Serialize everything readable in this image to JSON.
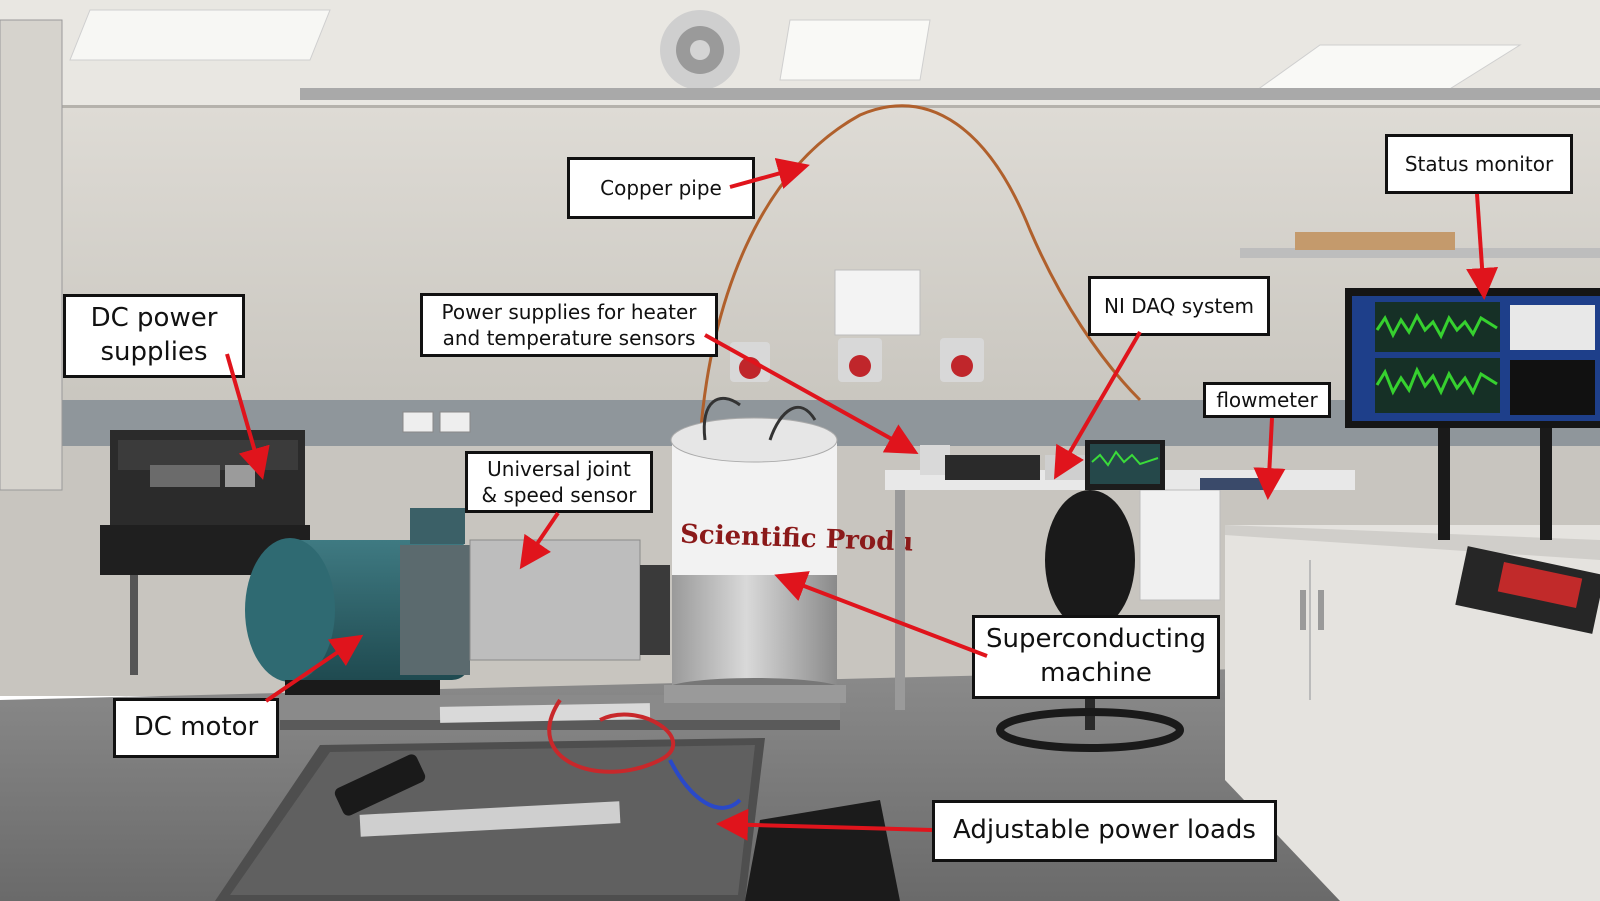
{
  "figure": {
    "labels": {
      "copper_pipe": "Copper pipe",
      "status_monitor": "Status monitor",
      "dc_power_supplies": "DC power\nsupplies",
      "power_supplies_heater": "Power supplies for heater\nand temperature sensors",
      "ni_daq_system": "NI DAQ system",
      "flowmeter": "flowmeter",
      "universal_joint": "Universal joint\n& speed sensor",
      "superconducting_machine": "Superconducting\nmachine",
      "dc_motor": "DC motor",
      "adjustable_power_loads": "Adjustable power loads"
    },
    "photo_text": {
      "cryostat_brand": "Scientific Produ"
    },
    "colors": {
      "arrow": "#e0141c",
      "label_border": "#111111",
      "label_background": "#ffffff"
    }
  }
}
